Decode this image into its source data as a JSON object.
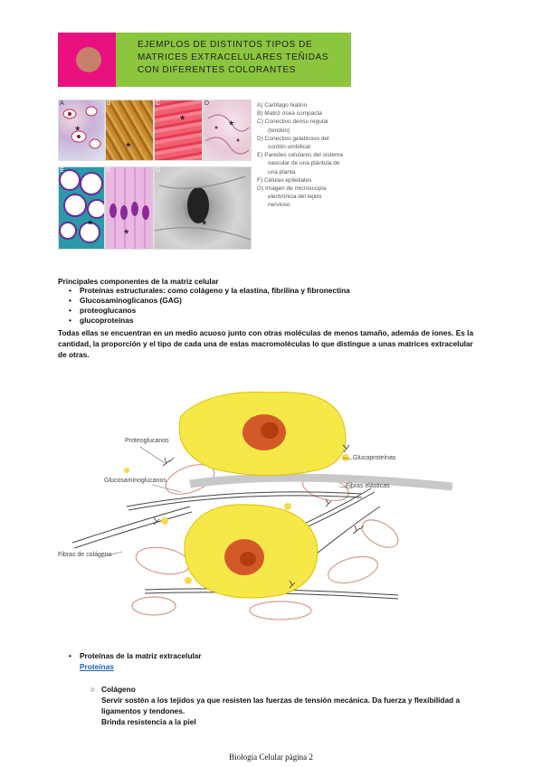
{
  "banner": {
    "title": "EJEMPLOS DE DISTINTOS TIPOS DE MATRICES EXTRACELULARES TEÑIDAS CON DIFERENTES COLORANTES"
  },
  "micro_panels": [
    {
      "label": "A"
    },
    {
      "label": "B"
    },
    {
      "label": "C"
    },
    {
      "label": "D"
    },
    {
      "label": "E"
    },
    {
      "label": "F"
    },
    {
      "label": "G"
    }
  ],
  "legend": [
    "A)  Cartílago hialino",
    "B)  Matriz ósea compacta",
    "C)  Conectivo denso regular (tendón)",
    "D)  Conectivo gelatinoso del cordón umbilical",
    "E)  Paredes celulares del sistema vascular de una plántula de una planta",
    "F)  Células epiteliales",
    "G)  Imagen de microscopía electrónica del tejido nervioso"
  ],
  "components": {
    "heading": "Principales componentes de la matriz celular",
    "items": [
      "Proteínas estructurales: como colágeno y la elastina, fibrilina y fibronectina",
      "Glucosaminoglicanos (GAG)",
      "proteoglucanos",
      "glucoproteínas"
    ],
    "paragraph": "Todas ellas se encuentran en un medio acuoso junto con otras moléculas de menos tamaño, además de iones. Es la cantidad, la proporción y el tipo de cada una de estas macromoléculas lo que distingue a unas matrices extracelular de otras."
  },
  "diagram": {
    "labels": {
      "proteoglucanos": "Proteoglucanos",
      "glucoproteinas": "Glucoproteínas",
      "glucosaminoglucanos": "Glucosaminoglucanos",
      "fibras_elasticas": "Fibras elásticas",
      "fibras_colageno": "Fibras de colágeno"
    }
  },
  "proteins_section": {
    "bullet": "Proteínas de la matriz extracelular",
    "link": "Proteínas",
    "sub_heading": "Colágeno",
    "lines": [
      "Servir sostén a los tejidos ya que resisten las fuerzas de tensión mecánica. Da fuerza y flexibilidad a ligamentos y tendones.",
      "Brinda resistencia a la piel"
    ]
  },
  "footer": "Biología Celular página 2"
}
